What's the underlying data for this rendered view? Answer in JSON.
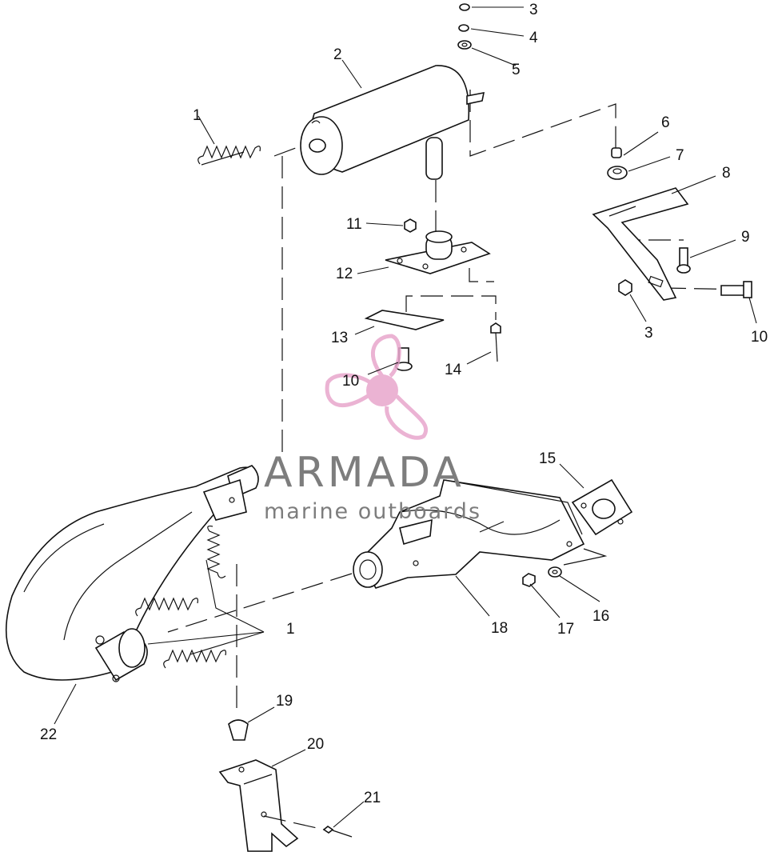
{
  "callouts": {
    "c1a": "1",
    "c2": "2",
    "c3a": "3",
    "c4": "4",
    "c5": "5",
    "c6": "6",
    "c7": "7",
    "c8": "8",
    "c9": "9",
    "c3b": "3",
    "c10a": "10",
    "c11": "11",
    "c12": "12",
    "c13": "13",
    "c10b": "10",
    "c14": "14",
    "c15": "15",
    "c16": "16",
    "c17": "17",
    "c18": "18",
    "c1b": "1",
    "c19": "19",
    "c20": "20",
    "c21": "21",
    "c22": "22"
  },
  "watermark": {
    "brand": "ARMADA",
    "tagline": "marine outboards",
    "color": "#e8a6cc"
  },
  "icons": [
    "propeller-logo-icon"
  ]
}
